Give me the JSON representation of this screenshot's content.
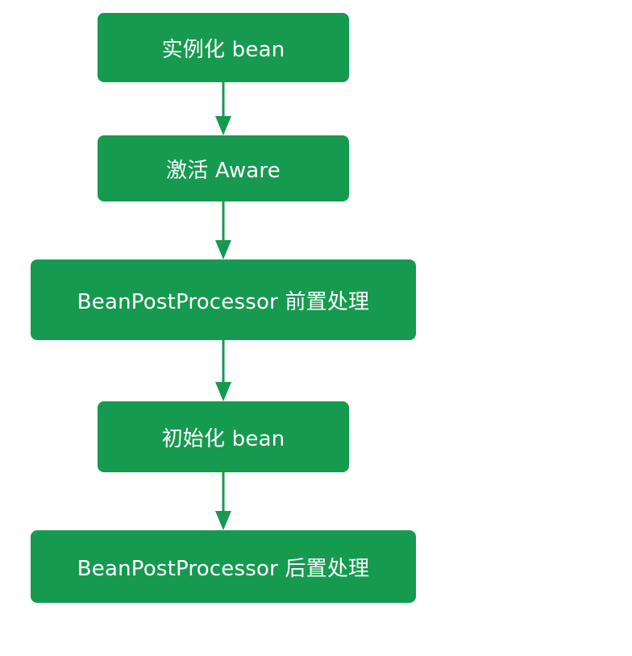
{
  "colors": {
    "node_fill": "#169a50",
    "edge": "#169a50",
    "text": "#ffffff"
  },
  "nodes": [
    {
      "id": "n1",
      "label": "实例化 bean"
    },
    {
      "id": "n2",
      "label": "激活 Aware"
    },
    {
      "id": "n3",
      "label": "BeanPostProcessor 前置处理"
    },
    {
      "id": "n4",
      "label": "初始化 bean"
    },
    {
      "id": "n5",
      "label": "BeanPostProcessor 后置处理"
    }
  ],
  "edges": [
    {
      "from": "n1",
      "to": "n2"
    },
    {
      "from": "n2",
      "to": "n3"
    },
    {
      "from": "n3",
      "to": "n4"
    },
    {
      "from": "n4",
      "to": "n5"
    }
  ]
}
